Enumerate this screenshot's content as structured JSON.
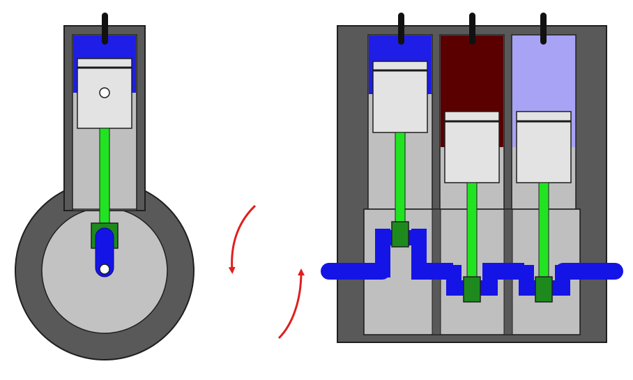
{
  "figure": {
    "background": "#ffffff",
    "colors": {
      "housing": "#595959",
      "housing_stroke": "#1f1f1f",
      "cylinder_bore": "#bfbfbf",
      "piston": "#e3e3e3",
      "piston_ring": "#1a1a1a",
      "connecting_rod": "#22e322",
      "rod_bearing": "#1e8a1e",
      "crank_blue": "#1414e6",
      "chamber_intake": "#1e1ee6",
      "chamber_power": "#5a0000",
      "chamber_exhaust": "#a9a3f5",
      "rotation_arrow": "#e01e1e",
      "flywheel_outer": "#595959",
      "flywheel_inner": "#c2c2c2"
    },
    "left_engine": {
      "name": "single-cylinder-engine",
      "parts": [
        "spark-plug-icon",
        "combustion-chamber",
        "piston",
        "wrist-pin",
        "connecting-rod",
        "crank-pin",
        "flywheel"
      ]
    },
    "right_engine": {
      "name": "three-cylinder-engine",
      "cylinders": [
        {
          "id": "cylinder-1",
          "chamber_color_key": "chamber_intake"
        },
        {
          "id": "cylinder-2",
          "chamber_color_key": "chamber_power"
        },
        {
          "id": "cylinder-3",
          "chamber_color_key": "chamber_exhaust"
        }
      ]
    },
    "arrows": [
      "rotation-arrow-down",
      "rotation-arrow-up"
    ]
  }
}
